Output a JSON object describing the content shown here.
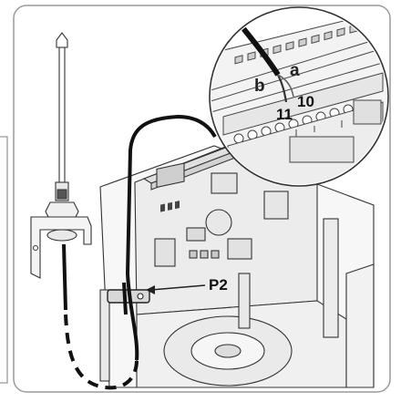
{
  "labels": {
    "a": "a",
    "b": "b",
    "terminal_10": "10",
    "terminal_11": "11",
    "p2": "P2"
  },
  "colors": {
    "frame": "#9a9a9a",
    "line": "#333333",
    "cable": "#111111",
    "panel_fill": "#f4f4f4",
    "board_fill": "#ececec",
    "terminal_fill": "#e6e6e6"
  }
}
